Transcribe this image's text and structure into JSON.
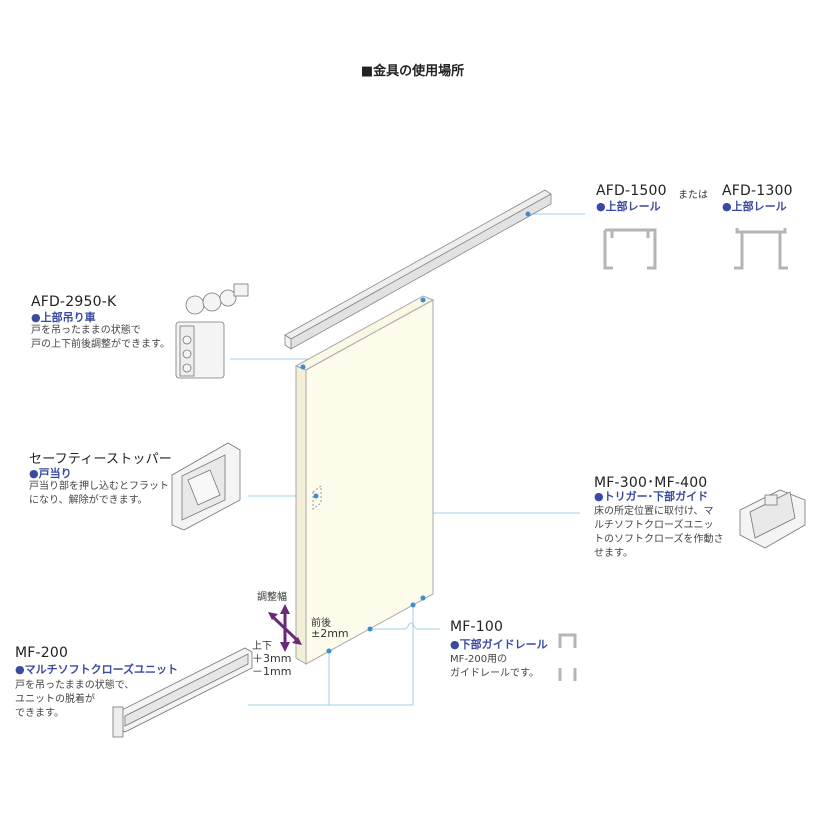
{
  "title": "■金具の使用場所",
  "parts": {
    "afd1500": {
      "model": "AFD-1500",
      "category": "●上部レール"
    },
    "or_label": "または",
    "afd1300": {
      "model": "AFD-1300",
      "category": "●上部レール"
    },
    "afd2950k": {
      "model": "AFD-2950-K",
      "category": "●上部吊り車",
      "desc": [
        "戸を吊ったままの状態で",
        "戸の上下前後調整ができます。"
      ]
    },
    "safety_stopper": {
      "model": "セーフティーストッパー",
      "category": "●戸当り",
      "desc": [
        "戸当り部を押し込むとフラット",
        "になり、解除ができます。"
      ]
    },
    "mf300_400": {
      "model": "MF-300･MF-400",
      "category": "●トリガー･下部ガイド",
      "desc": [
        "床の所定位置に取付け、マ",
        "ルチソフトクローズユニッ",
        "トのソフトクローズを作動さ",
        "せます。"
      ]
    },
    "mf100": {
      "model": "MF-100",
      "category": "●下部ガイドレール",
      "desc": [
        "MF-200用の",
        "ガイドレールです。"
      ]
    },
    "mf200": {
      "model": "MF-200",
      "category": "●マルチソフトクローズユニット",
      "desc": [
        "戸を吊ったままの状態で、",
        "ユニットの脱着が",
        "できます。"
      ]
    }
  },
  "adjustment": {
    "label": "調整幅",
    "front_back": [
      "前後",
      "±2mm"
    ],
    "up_down": [
      "上下",
      "＋3mm",
      "－1mm"
    ]
  },
  "colors": {
    "accent": "#3a4aa0",
    "leader": "#9fd0e8",
    "dot": "#3a8fd0",
    "door": "#fdfbea",
    "arrow": "#6a2a7a",
    "metal": "#e6e6e6"
  }
}
